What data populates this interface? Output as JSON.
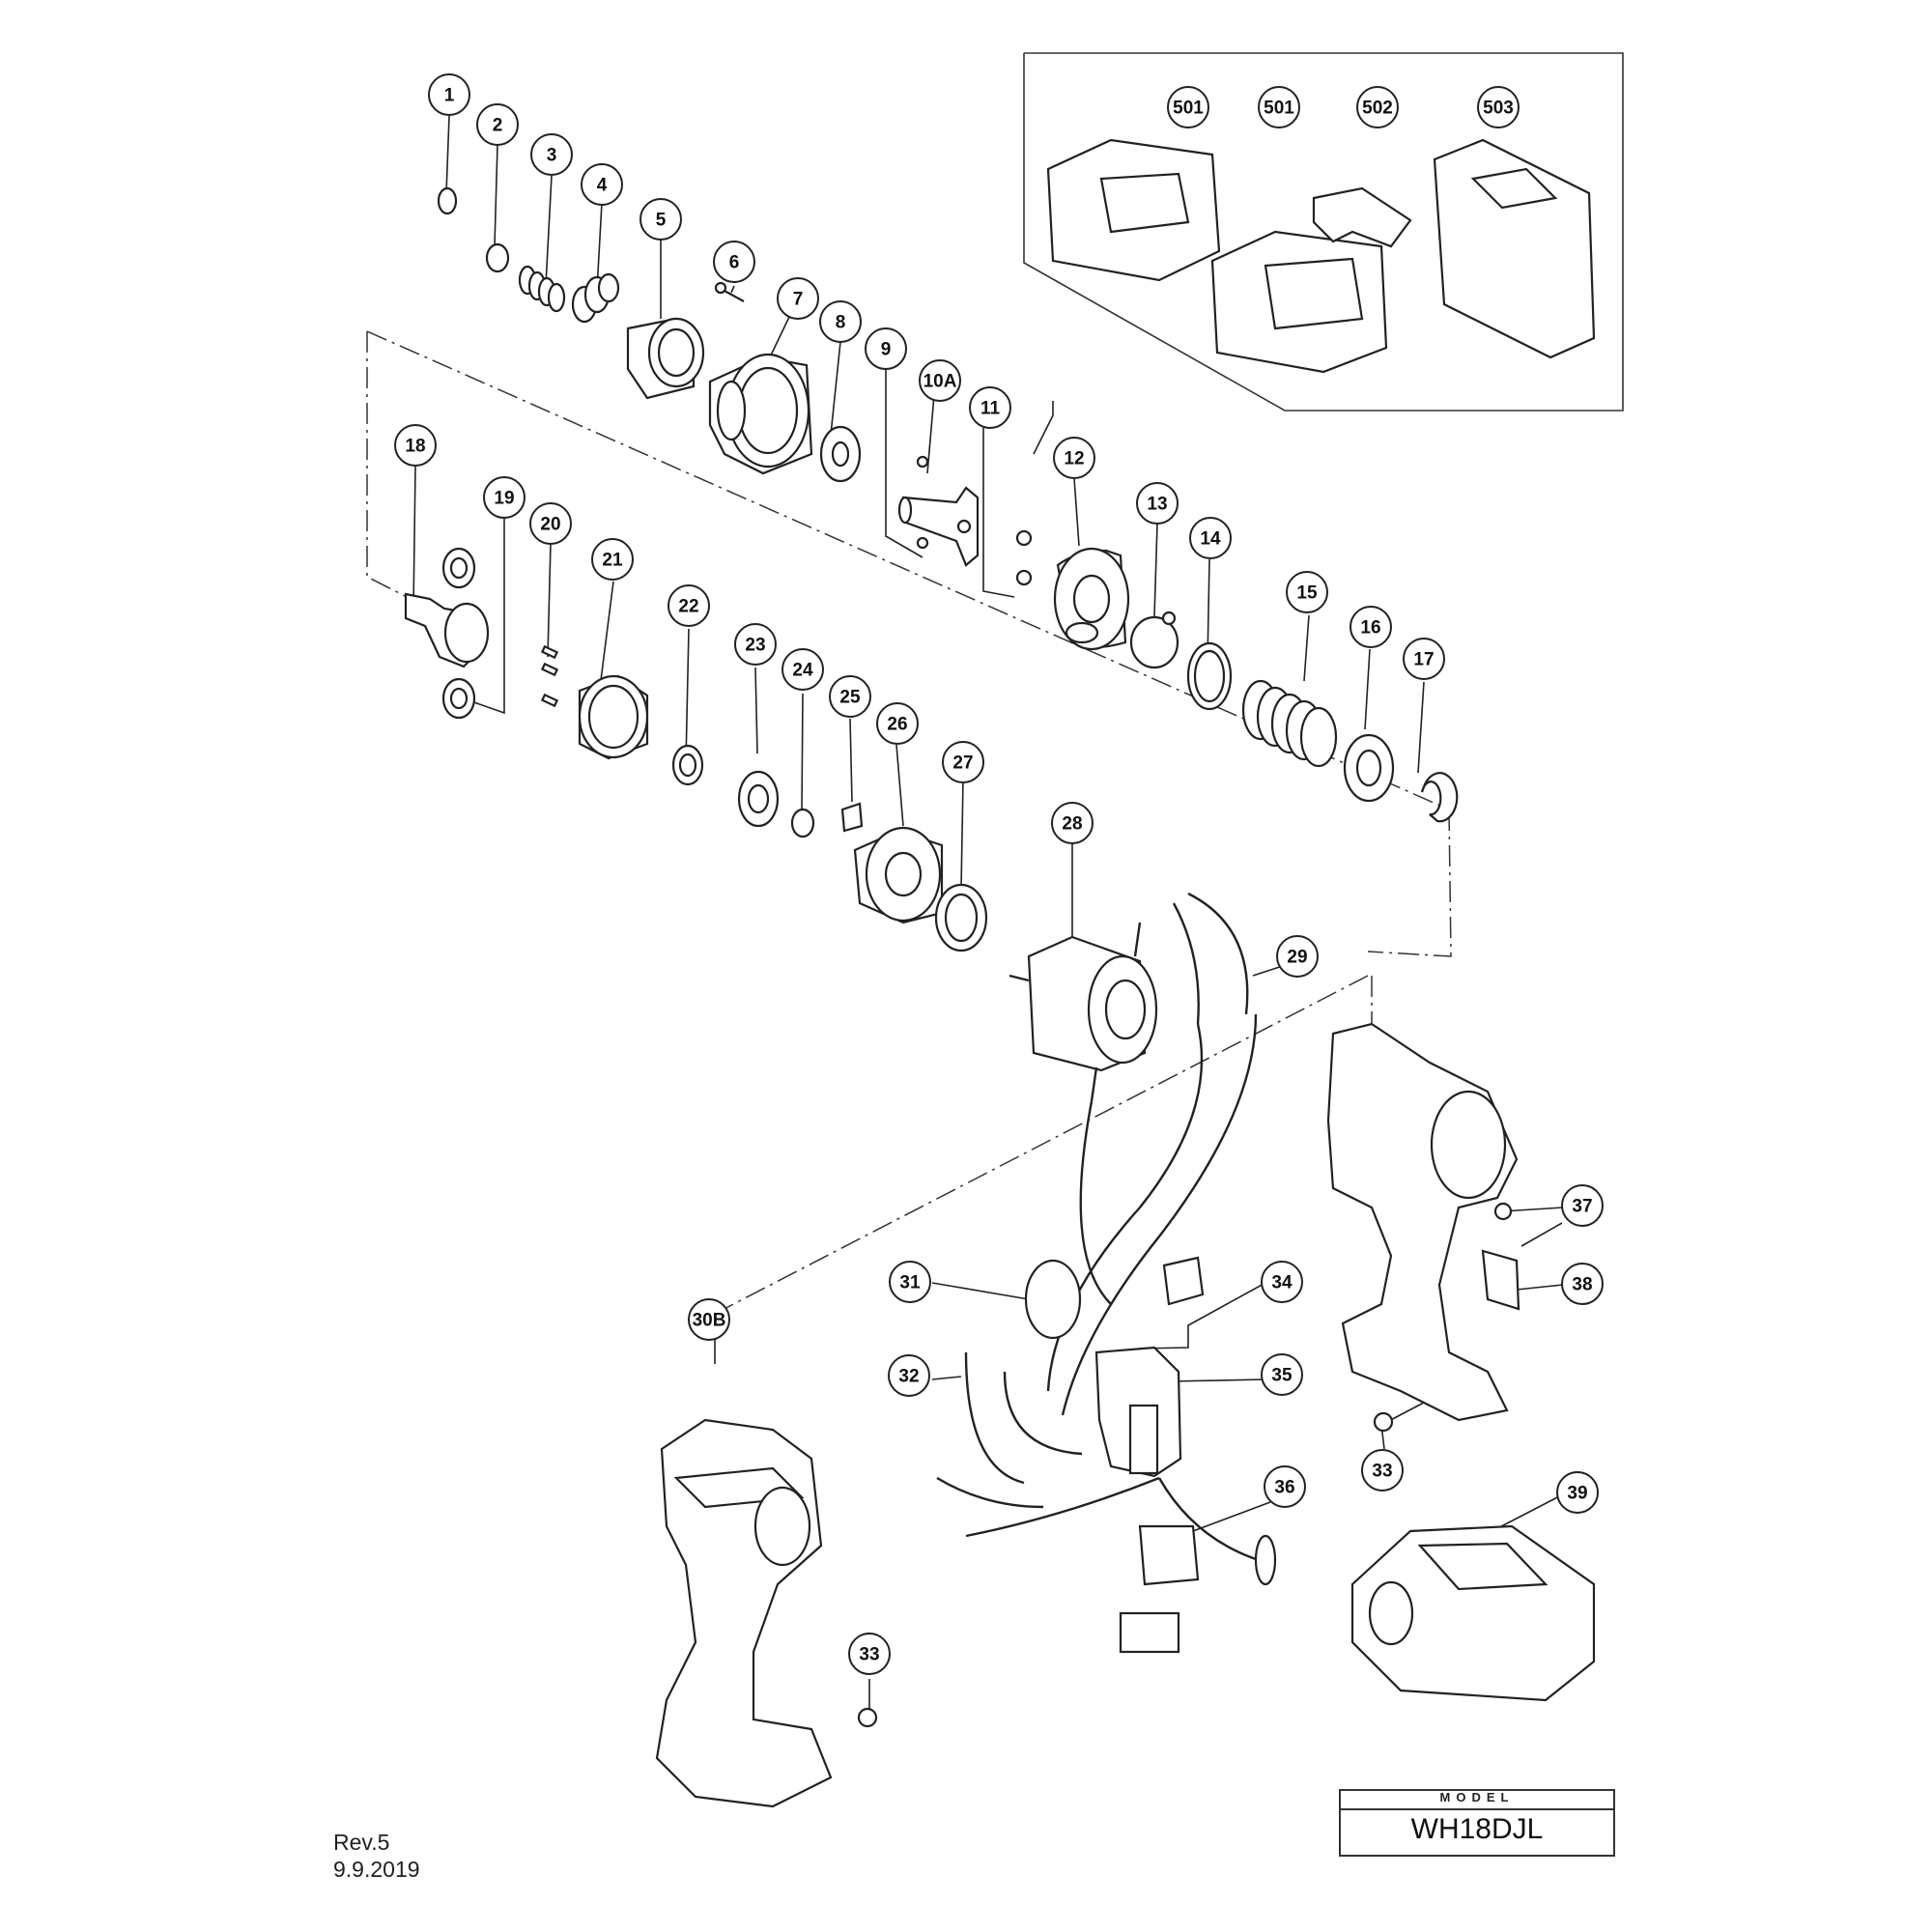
{
  "callouts": [
    {
      "label": "1"
    },
    {
      "label": "2"
    },
    {
      "label": "3"
    },
    {
      "label": "4"
    },
    {
      "label": "5"
    },
    {
      "label": "6"
    },
    {
      "label": "7"
    },
    {
      "label": "8"
    },
    {
      "label": "9"
    },
    {
      "label": "10A"
    },
    {
      "label": "11"
    },
    {
      "label": "12"
    },
    {
      "label": "13"
    },
    {
      "label": "14"
    },
    {
      "label": "15"
    },
    {
      "label": "16"
    },
    {
      "label": "17"
    },
    {
      "label": "18"
    },
    {
      "label": "19"
    },
    {
      "label": "20"
    },
    {
      "label": "21"
    },
    {
      "label": "22"
    },
    {
      "label": "23"
    },
    {
      "label": "24"
    },
    {
      "label": "25"
    },
    {
      "label": "26"
    },
    {
      "label": "27"
    },
    {
      "label": "28"
    },
    {
      "label": "29"
    },
    {
      "label": "30B"
    },
    {
      "label": "31"
    },
    {
      "label": "32"
    },
    {
      "label": "33"
    },
    {
      "label": "34"
    },
    {
      "label": "35"
    },
    {
      "label": "36"
    },
    {
      "label": "37"
    },
    {
      "label": "38"
    },
    {
      "label": "33"
    },
    {
      "label": "39"
    },
    {
      "label": "501"
    },
    {
      "label": "501"
    },
    {
      "label": "502"
    },
    {
      "label": "503"
    }
  ],
  "model": {
    "heading": "MODEL",
    "value": "WH18DJL"
  },
  "revision": {
    "rev": "Rev.5",
    "date": "9.9.2019"
  }
}
